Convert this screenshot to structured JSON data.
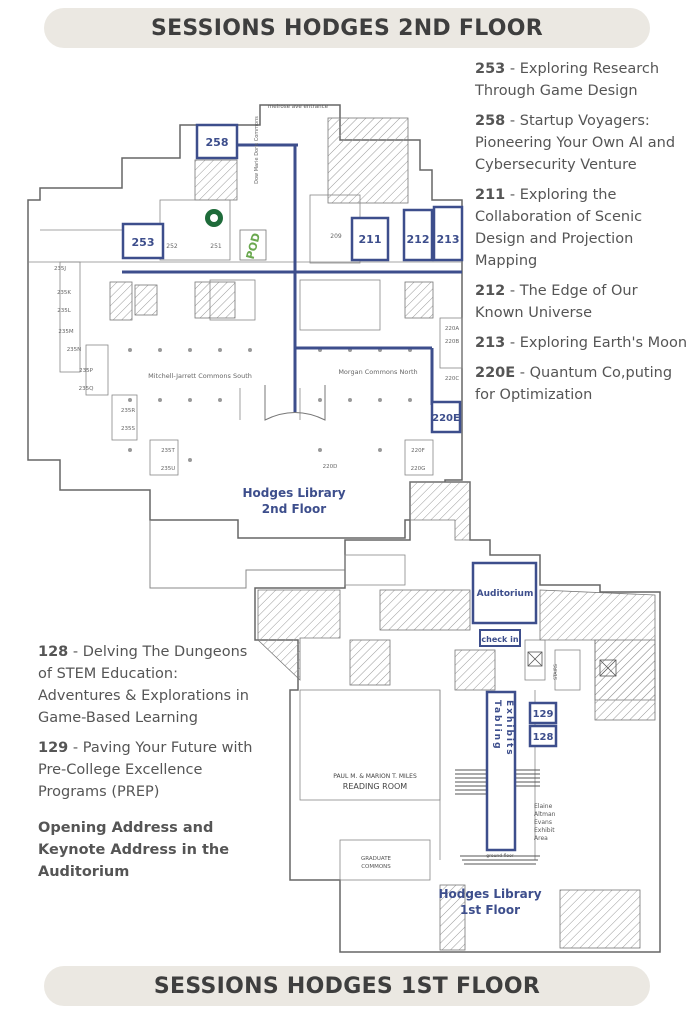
{
  "banners": {
    "top": "SESSIONS HODGES 2ND FLOOR",
    "bottom": "SESSIONS HODGES 1ST FLOOR"
  },
  "second_floor_sessions": [
    {
      "room": "253",
      "title": "Exploring Research Through Game Design"
    },
    {
      "room": "258",
      "title": "Startup Voyagers: Pioneering Your Own AI and Cybersecurity Venture"
    },
    {
      "room": "211",
      "title": "Exploring the Collaboration of Scenic Design and Projection Mapping"
    },
    {
      "room": "212",
      "title": "The Edge of Our Known Universe"
    },
    {
      "room": "213",
      "title": "Exploring Earth's Moon"
    },
    {
      "room": "220E",
      "title": "Quantum Co,puting for Optimization"
    }
  ],
  "first_floor_sessions": [
    {
      "room": "128",
      "title": "Delving The Dungeons of STEM Education: Adventures & Explorations in Game-Based Learning"
    },
    {
      "room": "129",
      "title": "Paving Your Future with Pre-College Excellence Programs (PREP)"
    }
  ],
  "opening_note": "Opening Address and Keynote Address in the Auditorium",
  "map_2nd": {
    "rooms": {
      "r258": "258",
      "r253": "253",
      "r211": "211",
      "r212": "212",
      "r213": "213",
      "r220e": "220E",
      "r252": "252",
      "r251": "251",
      "r209": "209",
      "pod": "POD"
    },
    "small_rooms": [
      "235J",
      "235K",
      "235L",
      "235M",
      "235N",
      "235P",
      "235Q",
      "235R",
      "235S",
      "235T",
      "235U",
      "220A",
      "220B",
      "220C",
      "220F",
      "220G",
      "220D"
    ],
    "labels": {
      "entrance": "melrose ave entrance",
      "dm_commons": "Dow Marie Doris Commons",
      "mitchell": "Mitchell-Jarrett Commons South",
      "morgan": "Morgan Commons North",
      "title_line1": "Hodges Library",
      "title_line2": "2nd Floor"
    }
  },
  "map_1st": {
    "rooms": {
      "auditorium": "Auditorium",
      "checkin": "check in",
      "r129": "129",
      "r128": "128",
      "tabling": "Tabling",
      "exhibits": "Exhibits"
    },
    "labels": {
      "reading_line1": "PAUL M. & MARION T. MILES",
      "reading_line2": "READING ROOM",
      "graduate_line1": "GRADUATE",
      "graduate_line2": "COMMONS",
      "elaine": [
        "Elaine",
        "Altman",
        "Evans",
        "Exhibit",
        "Area"
      ],
      "ground": "ground floor",
      "starbucks_small": "STAIRS",
      "title_line1": "Hodges Library",
      "title_line2": "1st Floor"
    }
  },
  "colors": {
    "accent": "#3d4e8c",
    "banner_bg": "#ebe8e2",
    "banner_text": "#3e3e3e",
    "text": "#555555",
    "pod_green": "#6aa84f",
    "starbucks_green": "#1e6b3a"
  }
}
